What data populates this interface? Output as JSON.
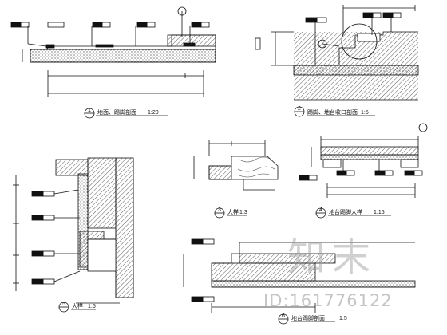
{
  "sheet": {
    "details": [
      {
        "num": "1",
        "title": "地面、踢脚剖面",
        "scale": "1:20"
      },
      {
        "num": "2",
        "title": "踢脚、地台收口剖面",
        "scale": "1:5"
      },
      {
        "num": "3",
        "title": "大样",
        "scale": "1:3"
      },
      {
        "num": "4",
        "title": "地台踢脚大样",
        "scale": "1:15"
      },
      {
        "num": "5",
        "title": "大样",
        "scale": "1:5"
      },
      {
        "num": "6",
        "title": "地台踢脚剖面",
        "scale": "1:5"
      }
    ]
  },
  "watermark": {
    "brand": "知末",
    "id_text": "ID:161776122"
  },
  "colors": {
    "line": "#111111",
    "hatch": "#333333",
    "watermark": "#969696"
  }
}
